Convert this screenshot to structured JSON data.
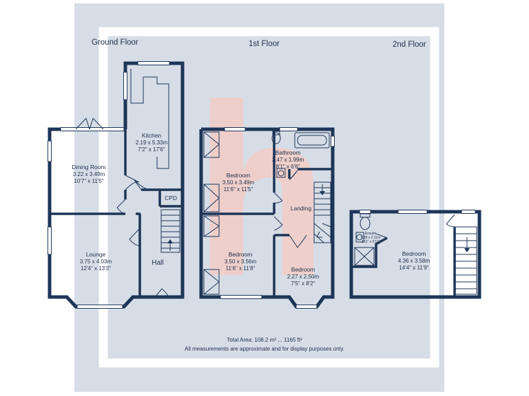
{
  "floors": {
    "ground": "Ground Floor",
    "first": "1st Floor",
    "second": "2nd Floor"
  },
  "rooms": {
    "kitchen": {
      "name": "Kitchen",
      "metric": "2.19 x 5.33m",
      "imperial": "7'2\" x 17'6\""
    },
    "dining": {
      "name": "Dining Room",
      "metric": "3.22 x 3.49m",
      "imperial": "10'7\" x 11'5\""
    },
    "lounge": {
      "name": "Lounge",
      "metric": "3.75 x 4.03m",
      "imperial": "12'4\" x 13'3\""
    },
    "hall": {
      "name": "Hall"
    },
    "cpd": {
      "name": "CPD"
    },
    "bedroom1": {
      "name": "Bedroom",
      "metric": "3.50 x 3.49m",
      "imperial": "11'6\" x 11'5\""
    },
    "bathroom": {
      "name": "Bathroom",
      "metric": "2.47 x 1.99m",
      "imperial": "8'1\" x 6'6\""
    },
    "landing": {
      "name": "Landing"
    },
    "bedroom2": {
      "name": "Bedroom",
      "metric": "3.50 x 3.56m",
      "imperial": "11'6\" x 11'8\""
    },
    "bedroom3": {
      "name": "Bedroom",
      "metric": "2.27 x 2.50m",
      "imperial": "7'5\" x 8'2\""
    },
    "ensuite": {
      "name": "Ensuite",
      "metric": "0.89 x 2.11m",
      "imperial": "2'11\" x 6'11\""
    },
    "bedroom4": {
      "name": "Bedroom",
      "metric": "4.36 x 3.58m",
      "imperial": "14'4\" x 11'9\""
    }
  },
  "footer": {
    "total_area": "Total Area: 108.2 m² ... 1165 ft²",
    "disclaimer": "All measurements are approximate and for display purposes only."
  },
  "colors": {
    "background_panel": "#d6dde6",
    "frame": "#ffffff",
    "wall": "#1d3557",
    "watermark": "#f6c9c2"
  }
}
